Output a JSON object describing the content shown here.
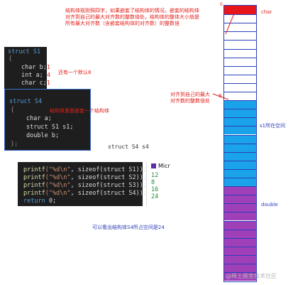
{
  "annotations": {
    "top_note_line1": "结构体规则照四字，如果嵌套了结构体的情况，嵌套的结构体",
    "top_note_line2": "对齐到自己的最大对齐数的整数倍处，结构体的整体大小就是",
    "top_note_line3": "所有最大对齐数（含嵌套结构体的对齐数）的整数倍",
    "default_align_note": "还有一个默认8",
    "nested_note": "结构体里面嵌套一个结构体",
    "struct_sizes_caption": "struct S4 s4",
    "align_self_note_line1": "对齐到自己的最大",
    "align_self_note_line2": "对齐数的整数倍处",
    "conclusion": "可以看出结构体S4所占空间是24",
    "watermark": "@稀土掘金技术社区"
  },
  "code_s1": {
    "line1": "struct S1",
    "line2": "{",
    "line3": "char b;",
    "line4": "int a;",
    "line5": "char c;"
  },
  "code_s4": {
    "line1": "struct S4",
    "line2": "{",
    "line3": "char a;",
    "line4": "struct S1 s1;",
    "line5": "double b;",
    "line6": "};"
  },
  "code_printf": {
    "p1_fn": "printf",
    "p1_str": "(\"%d\\n\"",
    "p1_rest": ", sizeof(struct S1));",
    "p2_fn": "printf",
    "p2_str": "(\"%d\\n\"",
    "p2_rest": ", sizeof(struct S2));",
    "p3_fn": "printf",
    "p3_str": "(\"%d\\n\"",
    "p3_rest": ", sizeof(struct S3));",
    "p4_fn": "printf",
    "p4_str": "(\"%d\\n\"",
    "p4_rest": ", sizeof(struct S4));",
    "ret_kw": "return",
    "ret_val": " 0;"
  },
  "console": {
    "title": "Micr",
    "out1": "12",
    "out2": "8",
    "out3": "16",
    "out4": "24"
  },
  "memory": {
    "label_top_index": "0",
    "label_char": "char",
    "label_offset_8": "8",
    "label_s1": "s1所在空间",
    "label_double": "double",
    "colors": {
      "char": "#e8151b",
      "empty": "#ffffff",
      "s1": "#1aa3e8",
      "double": "#a040b8",
      "border": "#2b3fb8",
      "annotation": "#e0201a"
    }
  }
}
